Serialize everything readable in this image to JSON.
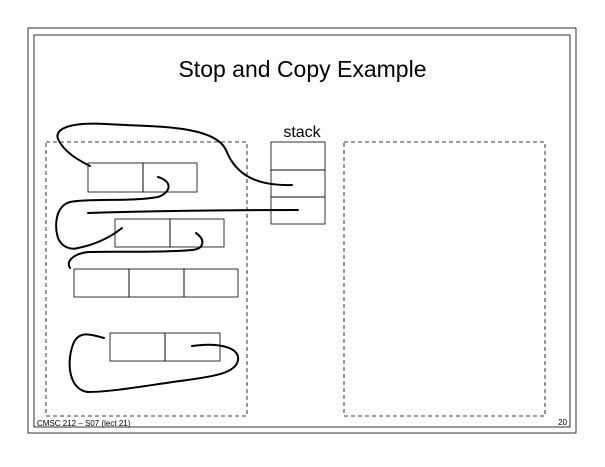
{
  "slide": {
    "title": "Stop and Copy Example",
    "stack_label": "stack",
    "footer_left": "CMSC 212 – S07 (lect 21)",
    "footer_right": "20"
  },
  "colors": {
    "ink": "#000000",
    "background": "#ffffff"
  }
}
